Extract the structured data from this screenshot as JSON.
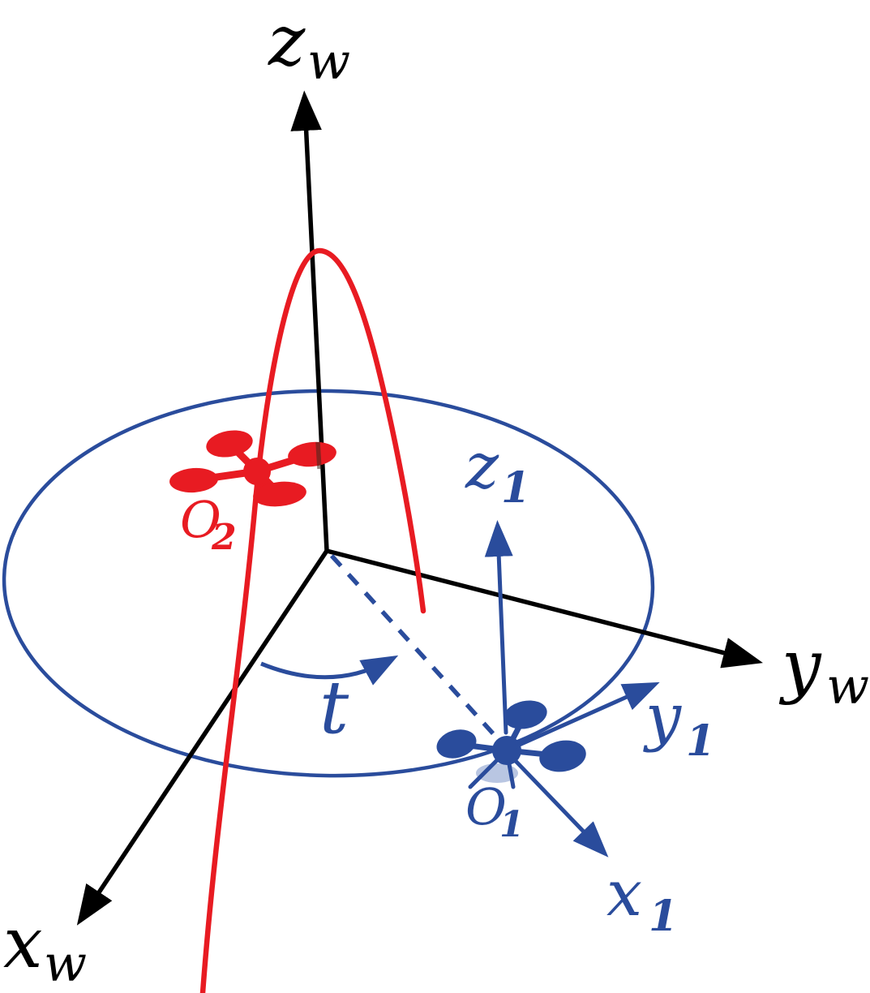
{
  "colors": {
    "black": "#000000",
    "blue": "#2a4c9c",
    "red": "#e81b22",
    "light_blue": "#b9c6e2",
    "background": "#ffffff"
  },
  "labels": {
    "world_z": {
      "main": "z",
      "sub": "w"
    },
    "world_y": {
      "main": "y",
      "sub": "w"
    },
    "world_x": {
      "main": "x",
      "sub": "w"
    },
    "body_z": {
      "main": "z",
      "sub": "1"
    },
    "body_y": {
      "main": "y",
      "sub": "1"
    },
    "body_x": {
      "main": "x",
      "sub": "1"
    },
    "origin_1": {
      "main": "O",
      "sub": "1"
    },
    "origin_2": {
      "main": "O",
      "sub": "2"
    },
    "angle": {
      "main": "t"
    }
  }
}
